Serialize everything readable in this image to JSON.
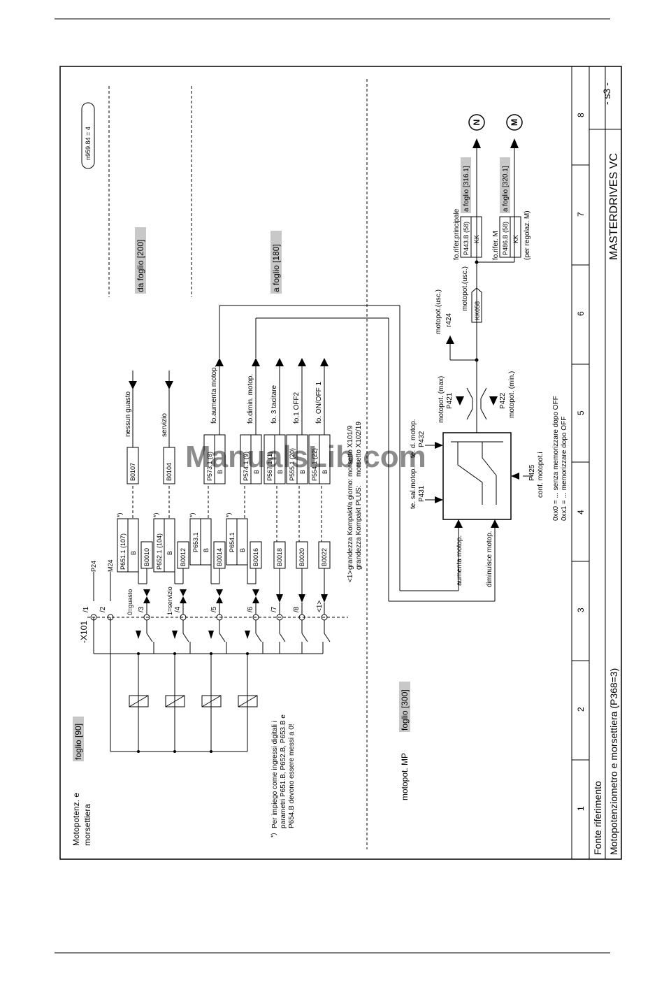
{
  "sheet": {
    "title_block": {
      "product": "MASTERDRIVES VC",
      "sheet_code": "- s3 -",
      "section": "Fonte riferimento",
      "title": "Motopotenziometro e morsettiera (P368=3)",
      "columns": [
        "1",
        "2",
        "3",
        "4",
        "5",
        "6",
        "7",
        "8"
      ]
    },
    "header": {
      "heading_line1": "Motopotenz. e",
      "heading_line2": "morsettiera",
      "ref_foglio90": "foglio [90]",
      "ref_da_foglio200": "da foglio  [200]",
      "ref_a_foglio180": "a foglio  [180]",
      "status_param": "n959.84 = 4"
    },
    "terminal": {
      "block_label": "-X101",
      "pins": [
        "/1",
        "/2",
        "/3",
        "/4",
        "/5",
        "/6",
        "/7",
        "/8",
        "<1>"
      ],
      "p24": "P24",
      "m24": "M24",
      "pin3_label": "0=guasto",
      "pin4_label": "1=servizio"
    },
    "params": {
      "p651": "P651.1 (107)",
      "p652": "P652.1 (104)",
      "p653": "P653.1",
      "p654": "P654.1",
      "star": "*)",
      "b": "B",
      "b0010": "B0010",
      "b0012": "B0012",
      "b0014": "B0014",
      "b0016": "B0016",
      "b0018": "B0018",
      "b0020": "B0020",
      "b0022": "B0022",
      "b0107": "B0107",
      "b0104": "B0104",
      "p573": "P573.1 (8)",
      "p574": "P574.1 (9)",
      "p567": "P567.1 (1)",
      "p555": "P555.1 (20)",
      "p554": "P554.1 (22)"
    },
    "signals": {
      "nessun_guasto": "nessun guasto",
      "servizio": "servizio",
      "aumenta": "fo.aumenta motop.",
      "dimin": "fo.dimin. motop.",
      "tacitare": "fo. 3 tacitare",
      "off2": "fo.1 OFF2",
      "onoff": "fo. ON/OFF 1"
    },
    "notes": {
      "footnote_mark": "*)",
      "footnote_line1": "Per impiego come ingressi digitali i",
      "footnote_line2": "parametri P651.B, P652.B, P653.B e",
      "footnote_line3": "P654.B devono  essere messi a 0!",
      "size_mark": "<1>",
      "size_line1": "grandezza Kompakt/a giorno:",
      "size_line2": "grandezza Kompakt PLUS:",
      "size_val1": "morsetto X101/9",
      "size_val2": "morsetto X102/19"
    },
    "motopot": {
      "section_label": "motopot. MP",
      "ref_foglio300": "foglio [300]",
      "aumenta": "aumenta motop.",
      "diminuisce": "diminuisce motop.",
      "salita_label": "te. sal.motop.",
      "p431": "P431",
      "discesa_label": "te. d. motop.",
      "p432": "P432",
      "p425": "P425",
      "conf_label": "conf. motopot.i",
      "memo1": "0xx0 = ... senza memorizzare dopo OFF",
      "memo2": "0xx1 = ... memorizzare dopo OFF",
      "max_label": "motopot. (max)",
      "p421": "P421",
      "min_label": "motopot. (min.)",
      "p422": "P422",
      "usc_label": "motopot.(usc.)",
      "r424": "r424",
      "usc_label2": "motopot.(usc.)",
      "kk058": "KK058",
      "rif_principale": "fo.rifer.principale",
      "p443": "P443.B (58)",
      "kk": "KK",
      "a_foglio316": "a foglio  [316.1]",
      "rif_m": "fo.rifer. M",
      "p486": "P486.B (58)",
      "a_foglio320": "a foglio  [320.1]",
      "per_regolaz": "(per regolaz. M)",
      "out_n": "N",
      "out_m": "M"
    },
    "watermark": "ManualsLib.com"
  }
}
